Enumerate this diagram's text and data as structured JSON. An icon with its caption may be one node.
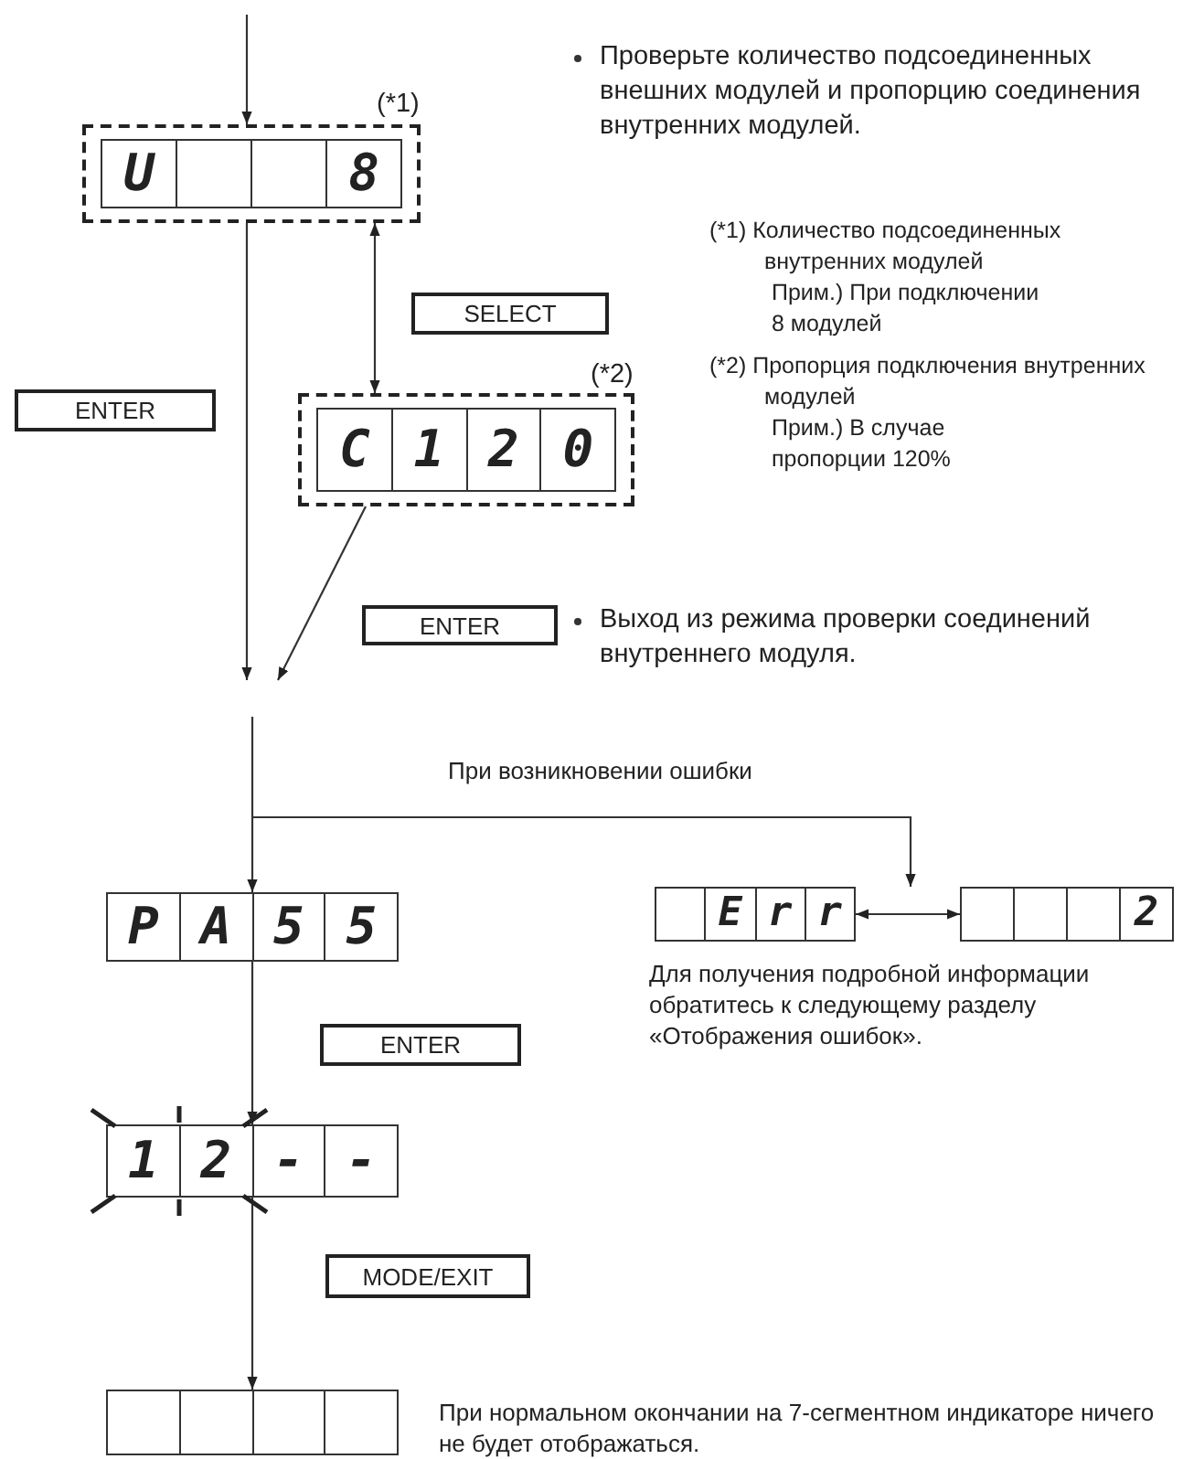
{
  "diagram": {
    "nodes": [
      {
        "text": [
          "U",
          "8"
        ],
        "beside": [
          "(*1)"
        ]
      },
      {
        "text": [
          "SELECT"
        ]
      },
      {
        "text": [
          "C",
          "1",
          "2",
          "0"
        ],
        "beside": [
          "(*2)"
        ]
      },
      {
        "text": [
          "ENTER"
        ]
      },
      {
        "text": [
          "ENTER"
        ]
      },
      {
        "text": [
          "P",
          "A",
          "5",
          "5"
        ]
      },
      {
        "text": [
          "E",
          "r",
          "r"
        ]
      },
      {
        "text": [
          "2"
        ]
      },
      {
        "text": [
          "ENTER"
        ]
      },
      {
        "text": [
          "1",
          "2",
          "-",
          "-"
        ]
      },
      {
        "text": [
          "MODE/EXIT"
        ]
      },
      {
        "text": [],
        "shape": "box"
      }
    ],
    "edges": [
      {
        "from": null,
        "to": 0,
        "arrow": "to"
      },
      {
        "from": 0,
        "to": 2,
        "arrow": "both"
      },
      {
        "from": 0,
        "to": null,
        "arrow": "to"
      },
      {
        "from": 2,
        "to": null,
        "arrow": "to"
      },
      {
        "from": null,
        "to": 5,
        "arrow": "to"
      },
      {
        "from": null,
        "to": 6,
        "arrow": "to",
        "label": "При возникновении ошибки"
      },
      {
        "from": 6,
        "to": 7,
        "arrow": "both"
      },
      {
        "from": 5,
        "to": 9,
        "arrow": "to"
      },
      {
        "from": 9,
        "to": 11,
        "arrow": "to"
      }
    ],
    "labels": [
      "Проверьте количество подсоединенных внешних модулей и пропорцию соединения внутренних модулей.",
      "(*1) Количество подсоединенных внутренних модулей",
      "Прим.) При подключении 8 модулей",
      "(*2) Пропорция подключения внутренних модулей",
      "Прим.) В случае пропорции 120%",
      "Выход из режима проверки соединений внутреннего модуля.",
      "Для получения подробной информации обратитесь к следующему разделу «Отображения ошибок».",
      "При нормальном окончании на 7-сегментном индикаторе ничего не будет отображаться."
    ]
  }
}
